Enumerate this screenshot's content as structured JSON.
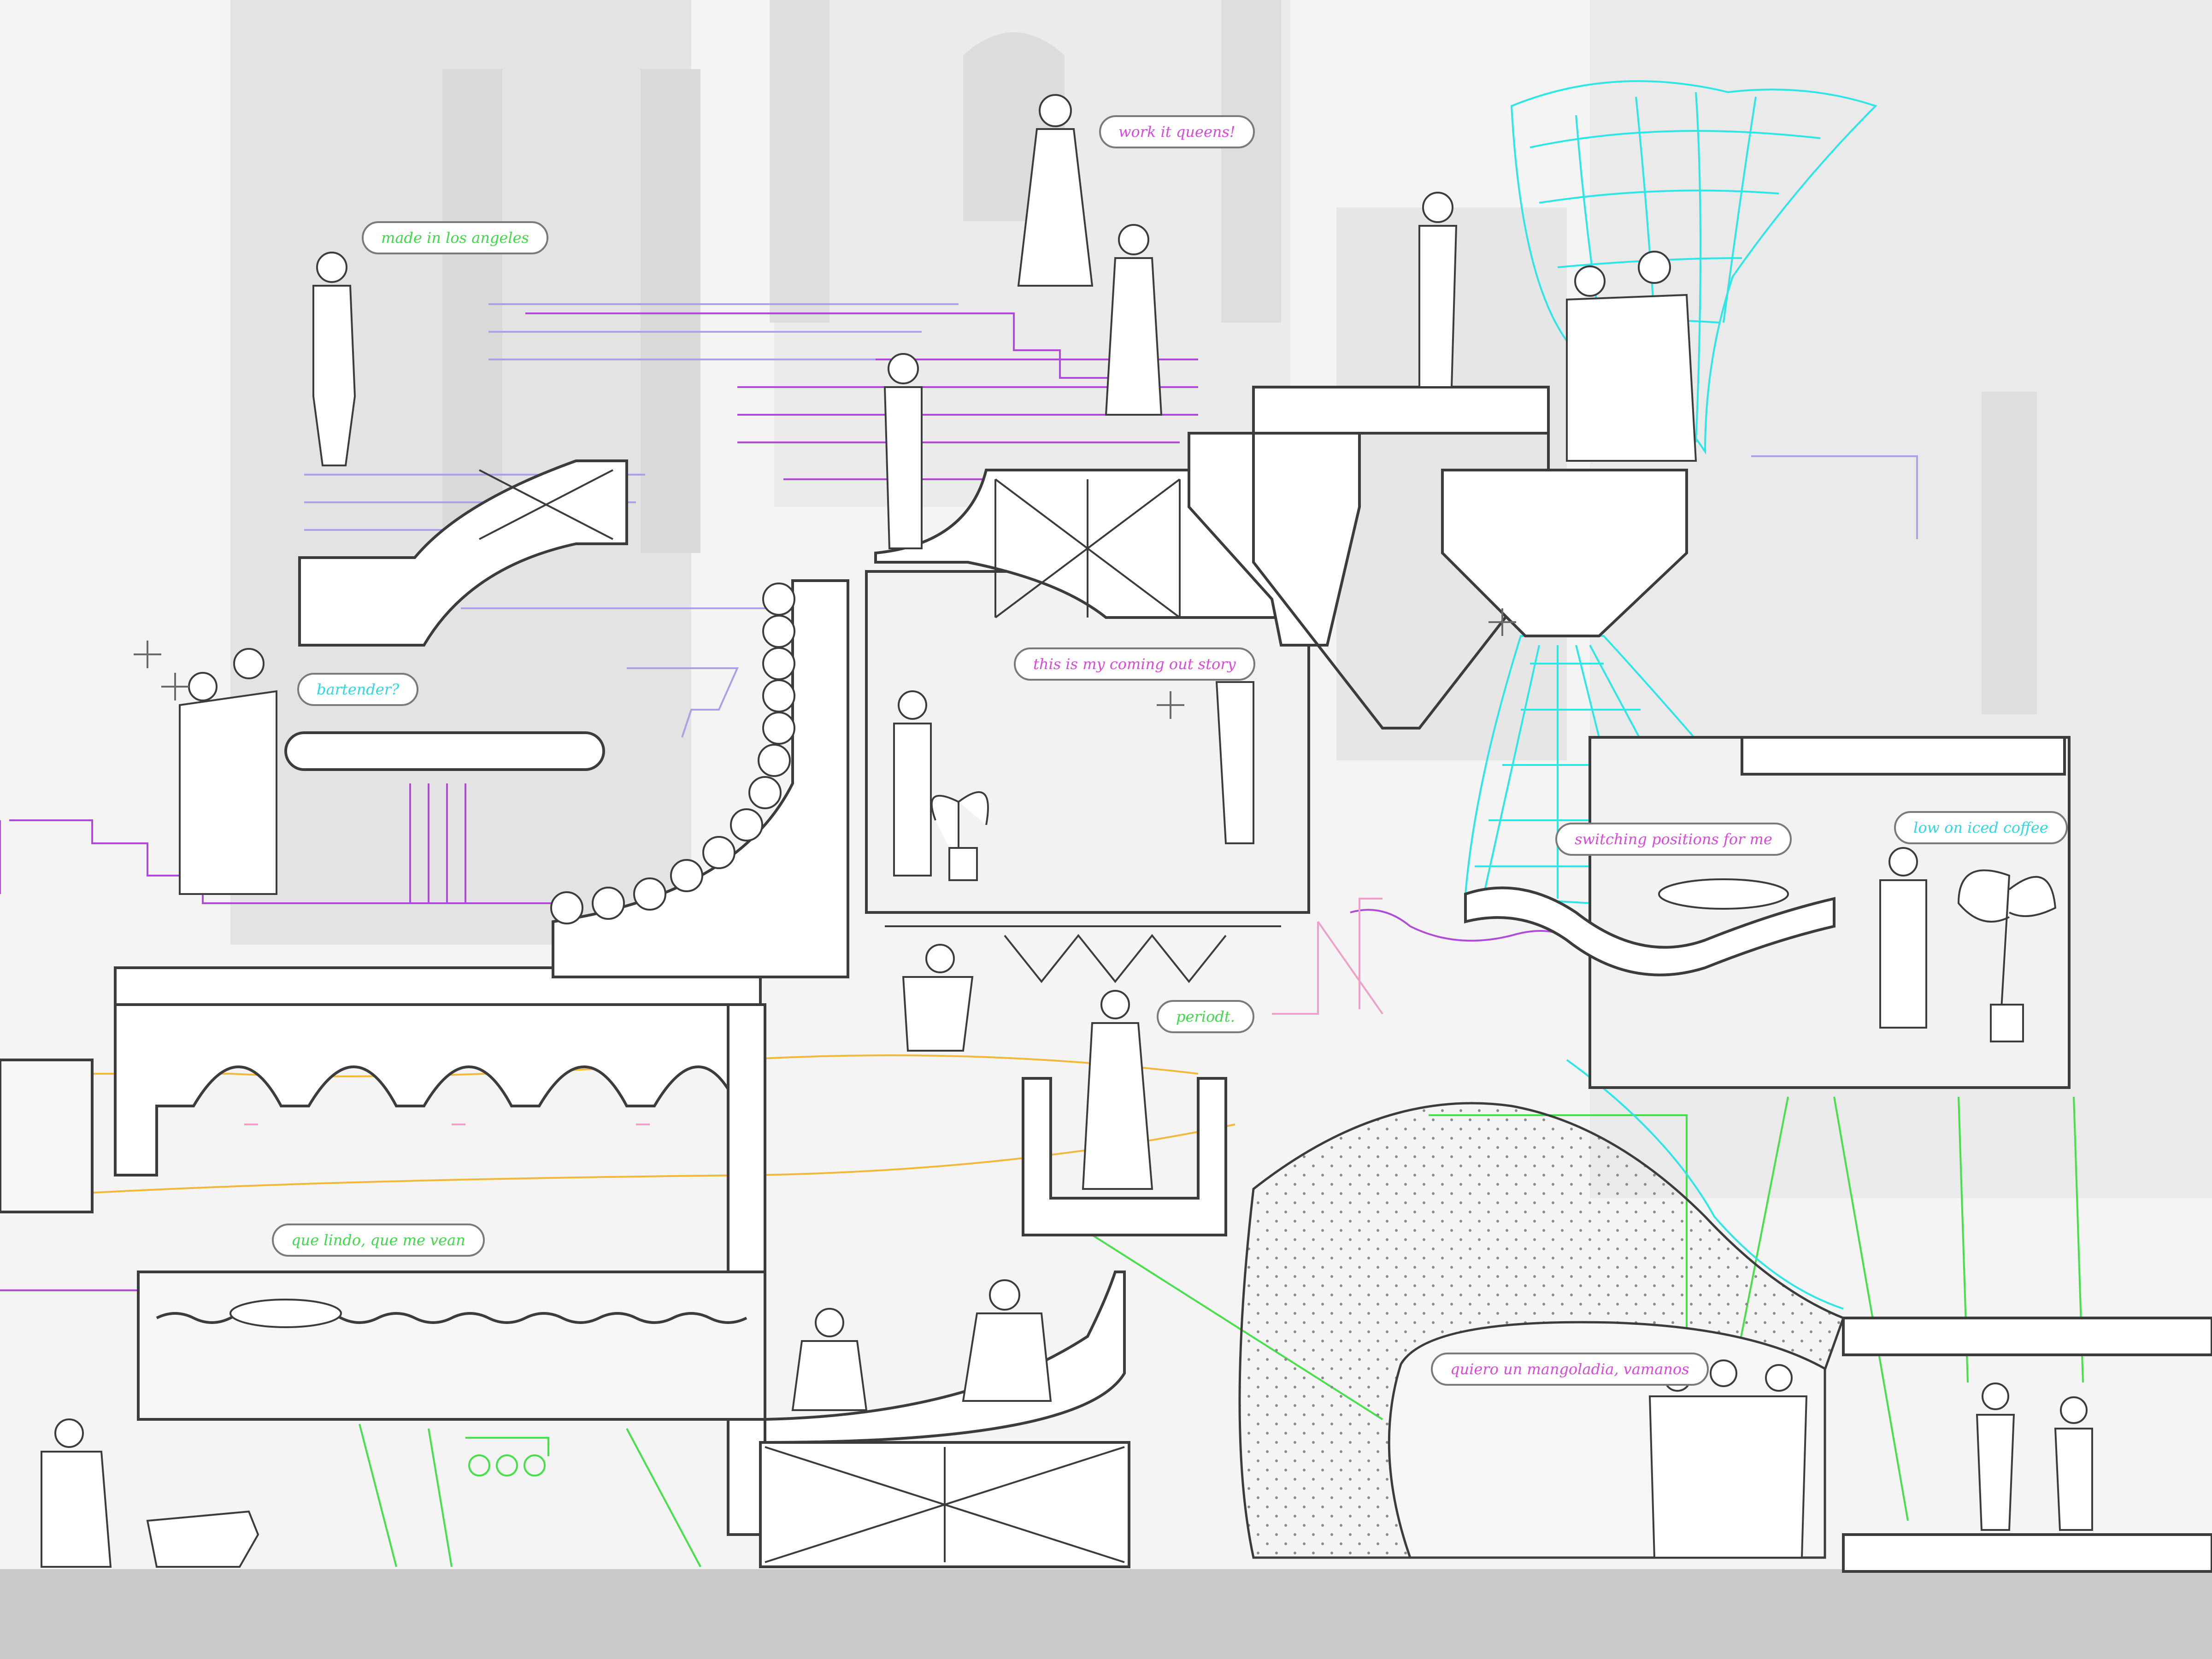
{
  "palette": {
    "background": "#f4f4f4",
    "building": "#e3e3e3",
    "building_dark": "#d6d6d6",
    "ground": "#c9c9c9",
    "line": "#3c3c3c",
    "violet": "#b04ad9",
    "lavender": "#a8a2e8",
    "cyan": "#2ee6e6",
    "green": "#46e04a",
    "pink": "#e04ad9",
    "orange": "#f2b83a",
    "light_pink": "#f0a0c8"
  },
  "speech_bubbles": [
    {
      "id": "work-it",
      "text": "work it queens!",
      "color": "#d94ad9"
    },
    {
      "id": "made-in-la",
      "text": "made in los angeles",
      "color": "#3fd94a"
    },
    {
      "id": "bartender",
      "text": "bartender?",
      "color": "#2ed9e0"
    },
    {
      "id": "coming-out",
      "text": "this is my coming out story",
      "color": "#d94ad9"
    },
    {
      "id": "switching",
      "text": "switching positions for me",
      "color": "#d94ad9"
    },
    {
      "id": "iced-coffee",
      "text": "low on iced coffee",
      "color": "#2ed9e0"
    },
    {
      "id": "periodt",
      "text": "periodt.",
      "color": "#3fd94a"
    },
    {
      "id": "que-lindo",
      "text": "que lindo, que me vean",
      "color": "#3fd94a"
    },
    {
      "id": "mangoladia",
      "text": "quiero un mangoladia, vamanos",
      "color": "#d94ad9"
    }
  ]
}
